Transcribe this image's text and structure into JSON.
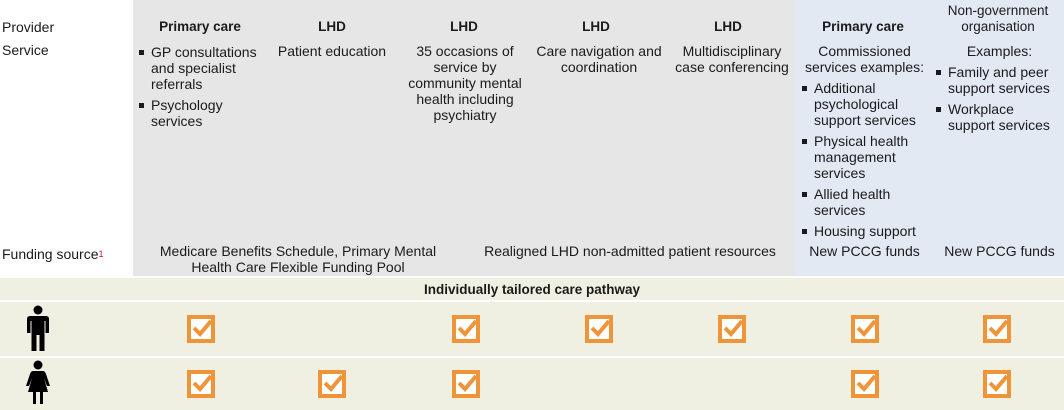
{
  "header": {
    "row_label": "Provider",
    "columns": [
      "Primary care",
      "LHD",
      "LHD",
      "LHD",
      "LHD",
      "Primary care",
      "Non-government organisation"
    ]
  },
  "service": {
    "row_label": "Service",
    "col1": [
      "GP consultations and specialist referrals",
      "Psychology services"
    ],
    "col2": "Patient education",
    "col3": "35 occasions of service by community mental health including psychiatry",
    "col4": "Care navigation and coordination",
    "col5": "Multidisciplinary case conferencing",
    "col6_intro": "Commissioned services examples:",
    "col6": [
      "Additional psychological support services",
      "Physical health management services",
      "Allied health services",
      "Housing support"
    ],
    "col7_intro": "Examples:",
    "col7": [
      "Family and peer support services",
      "Workplace support services"
    ]
  },
  "funding": {
    "row_label": "Funding source",
    "footnote": "1",
    "f1": "Medicare Benefits Schedule, Primary Mental Health Care Flexible Funding Pool",
    "f2": "Realigned LHD non-admitted patient resources",
    "f3": "New PCCG funds",
    "f4": "New PCCG funds"
  },
  "pathway": {
    "title": "Individually tailored care pathway",
    "male_icon": "male-person-icon",
    "female_icon": "female-person-icon",
    "male_checks": [
      true,
      false,
      true,
      true,
      true,
      true,
      true
    ],
    "female_checks": [
      true,
      true,
      true,
      false,
      false,
      true,
      true
    ]
  },
  "colors": {
    "checkbox": "#f0943a",
    "gray_panel": "#e6e6e6",
    "blue_panel": "#e3e9f3",
    "green_panel": "#eff0e2",
    "footnote": "#c8102e"
  }
}
